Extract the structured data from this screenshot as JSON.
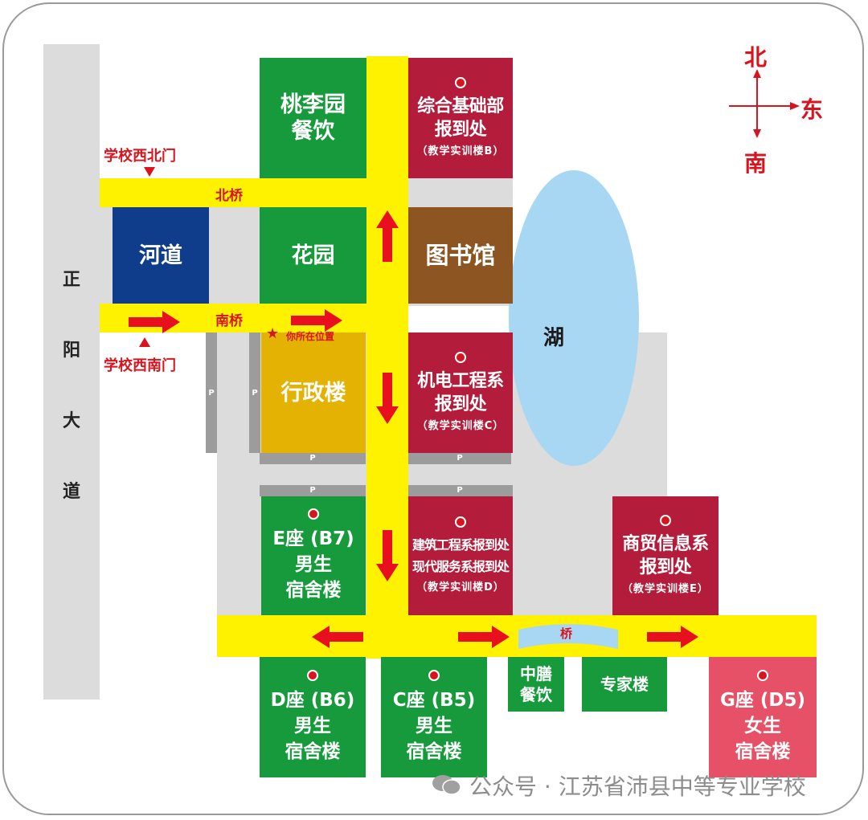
{
  "road": {
    "main_road_label": [
      "正",
      "阳",
      "大",
      "道"
    ]
  },
  "bridges": {
    "north": "北桥",
    "south": "南桥",
    "east": "桥"
  },
  "gates": {
    "northwest": "学校西北门",
    "southwest": "学校西南门"
  },
  "you_are_here": "你所在位置",
  "compass": {
    "north": "北",
    "east": "东",
    "south": "南"
  },
  "lake": "湖",
  "parking": "P",
  "buildings": {
    "taoli": [
      "桃李园",
      "餐饮"
    ],
    "jichu": {
      "lines": [
        "综合基础部",
        "报到处"
      ],
      "sub": "（教学实训楼B）"
    },
    "hedao": "河道",
    "huayuan": "花园",
    "library": "图书馆",
    "admin": "行政楼",
    "jidian": {
      "lines": [
        "机电工程系",
        "报到处"
      ],
      "sub": "（教学实训楼C）"
    },
    "e_dorm": [
      "E座 (B7)",
      "男生",
      "宿舍楼"
    ],
    "jianzhu": {
      "lines": [
        "建筑工程系报到处",
        "现代服务系报到处"
      ],
      "sub": "（教学实训楼D）"
    },
    "shangmao": {
      "lines": [
        "商贸信息系",
        "报到处"
      ],
      "sub": "（教学实训楼E）"
    },
    "d_dorm": [
      "D座 (B6)",
      "男生",
      "宿舍楼"
    ],
    "c_dorm": [
      "C座 (B5)",
      "男生",
      "宿舍楼"
    ],
    "zhongshan": [
      "中膳",
      "餐饮"
    ],
    "expert": "专家楼",
    "g_dorm": [
      "G座 (D5)",
      "女生",
      "宿舍楼"
    ]
  },
  "watermark": "公众号 · 江苏省沛县中等专业学校",
  "colors": {
    "road_yellow": "#fff200",
    "green": "#169a3b",
    "crimson": "#b31c3b",
    "navy": "#0f3d8c",
    "brown": "#8c5522",
    "amber": "#e3b203",
    "pink": "#e65167",
    "lake": "#a7d7f2",
    "accent_red": "#d8141e"
  }
}
